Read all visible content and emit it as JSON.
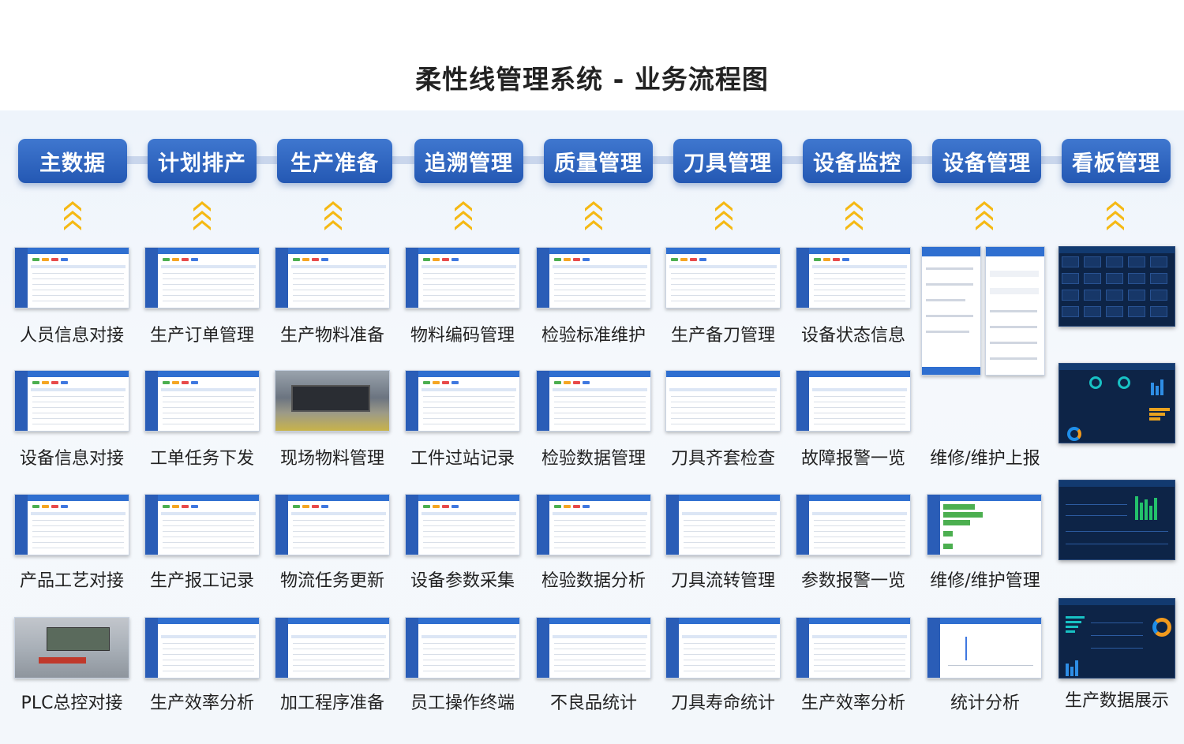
{
  "title": "柔性线管理系统 - 业务流程图",
  "colors": {
    "module_bg": "#2f66c2",
    "arrow": "#f5b914",
    "connector": "#c9d6ec",
    "dashboard_bg": "#0d2447"
  },
  "modules": [
    {
      "label": "主数据",
      "items": [
        "人员信息对接",
        "设备信息对接",
        "产品工艺对接",
        "PLC总控对接"
      ]
    },
    {
      "label": "计划排产",
      "items": [
        "生产订单管理",
        "工单任务下发",
        "生产报工记录",
        "生产效率分析"
      ]
    },
    {
      "label": "生产准备",
      "items": [
        "生产物料准备",
        "现场物料管理",
        "物流任务更新",
        "加工程序准备"
      ]
    },
    {
      "label": "追溯管理",
      "items": [
        "物料编码管理",
        "工件过站记录",
        "设备参数采集",
        "员工操作终端"
      ]
    },
    {
      "label": "质量管理",
      "items": [
        "检验标准维护",
        "检验数据管理",
        "检验数据分析",
        "不良品统计"
      ]
    },
    {
      "label": "刀具管理",
      "items": [
        "生产备刀管理",
        "刀具齐套检查",
        "刀具流转管理",
        "刀具寿命统计"
      ]
    },
    {
      "label": "设备监控",
      "items": [
        "设备状态信息",
        "故障报警一览",
        "参数报警一览",
        "生产效率分析"
      ]
    },
    {
      "label": "设备管理",
      "items": [
        "维修/维护上报",
        "维修/维护管理",
        "统计分析"
      ]
    },
    {
      "label": "看板管理",
      "items": [
        "生产数据展示"
      ]
    }
  ]
}
